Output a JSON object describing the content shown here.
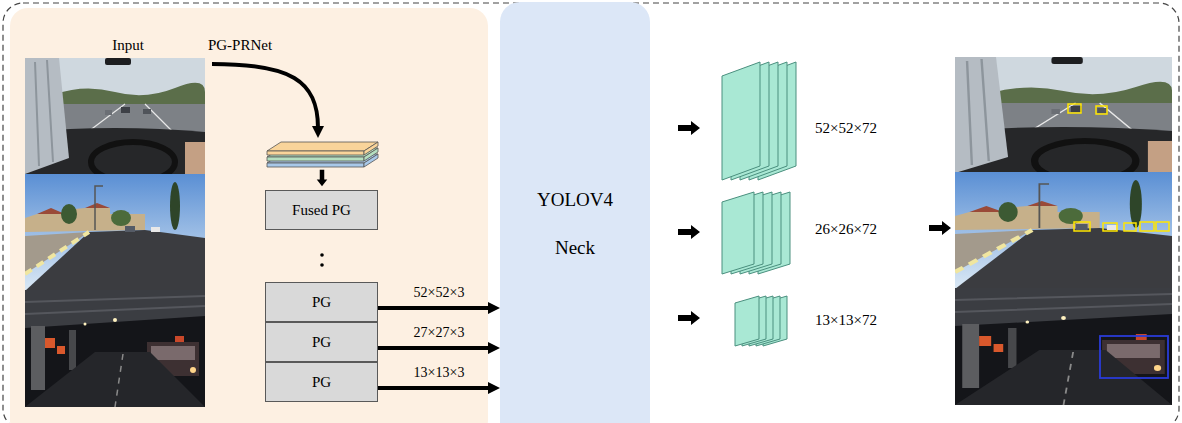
{
  "diagram": {
    "nodes": [
      {
        "text": [
          "Input",
          "PG-PRNet"
        ]
      },
      {
        "text": [
          "Fused PG"
        ],
        "in": 0
      },
      {
        "text": [
          "PG"
        ],
        "in": 0
      },
      {
        "text": [
          "PG"
        ],
        "in": 0
      },
      {
        "text": [
          "PG"
        ],
        "in": 0
      },
      {
        "text": [
          "YOLOV4",
          "Neck"
        ]
      }
    ],
    "edges": [
      {
        "from": 2,
        "to": 5,
        "arrow": "to",
        "label": "52×52×3"
      },
      {
        "from": 3,
        "to": 5,
        "arrow": "to",
        "label": "27×27×3"
      },
      {
        "from": 4,
        "to": 5,
        "arrow": "to",
        "label": "13×13×3"
      }
    ],
    "labels": [
      "52×52×72",
      "26×26×72",
      "13×13×72"
    ]
  }
}
